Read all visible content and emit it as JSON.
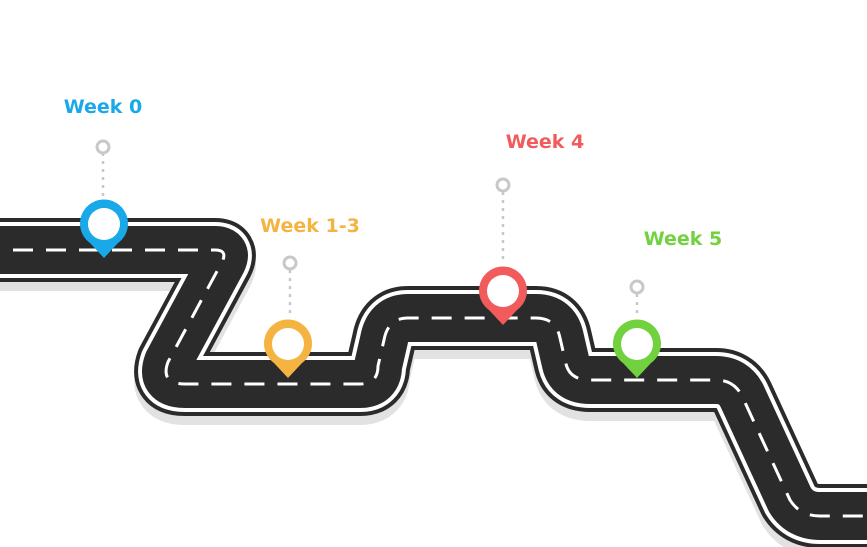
{
  "milestones": [
    {
      "label": "Week 0",
      "color": "#1aa9e8"
    },
    {
      "label": "Week 1-3",
      "color": "#f5b342"
    },
    {
      "label": "Week 4",
      "color": "#f15b5b"
    },
    {
      "label": "Week 5",
      "color": "#72d13e"
    }
  ],
  "road": {
    "asphalt_color": "#2b2b2b",
    "edge_color": "#ffffff",
    "shadow_color": "#e2e2e2",
    "stem_color": "#c8c8c8"
  }
}
